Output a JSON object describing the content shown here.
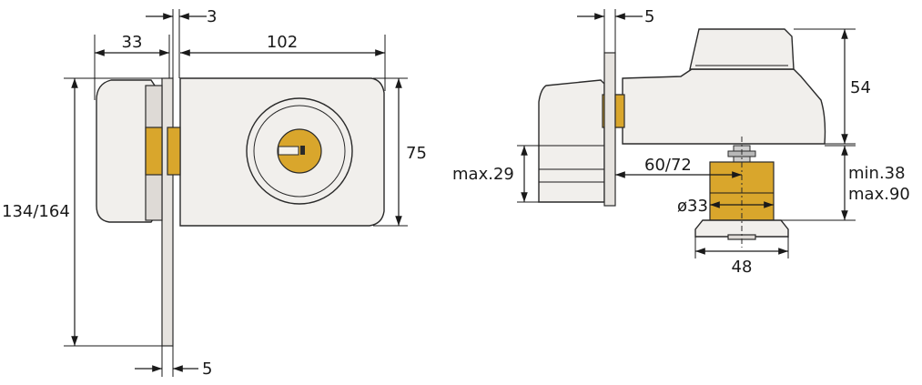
{
  "diagram": {
    "front_view": {
      "dim_plate_offset": "3",
      "dim_left_width": "33",
      "dim_body_width": "102",
      "dim_body_height": "75",
      "dim_overall_height": "134/164",
      "dim_plate_thickness": "5"
    },
    "side_view": {
      "dim_plate_thickness": "5",
      "dim_top_height": "54",
      "dim_door_range": "max.29",
      "dim_backset": "60/72",
      "dim_cylinder_length_min": "min.38",
      "dim_cylinder_length_max": "max.90",
      "dim_cylinder_diameter": "ø33",
      "dim_rose_width": "48"
    },
    "colors": {
      "body": "#f1efec",
      "brass": "#d9a62c",
      "line": "#1a1a1a"
    }
  }
}
